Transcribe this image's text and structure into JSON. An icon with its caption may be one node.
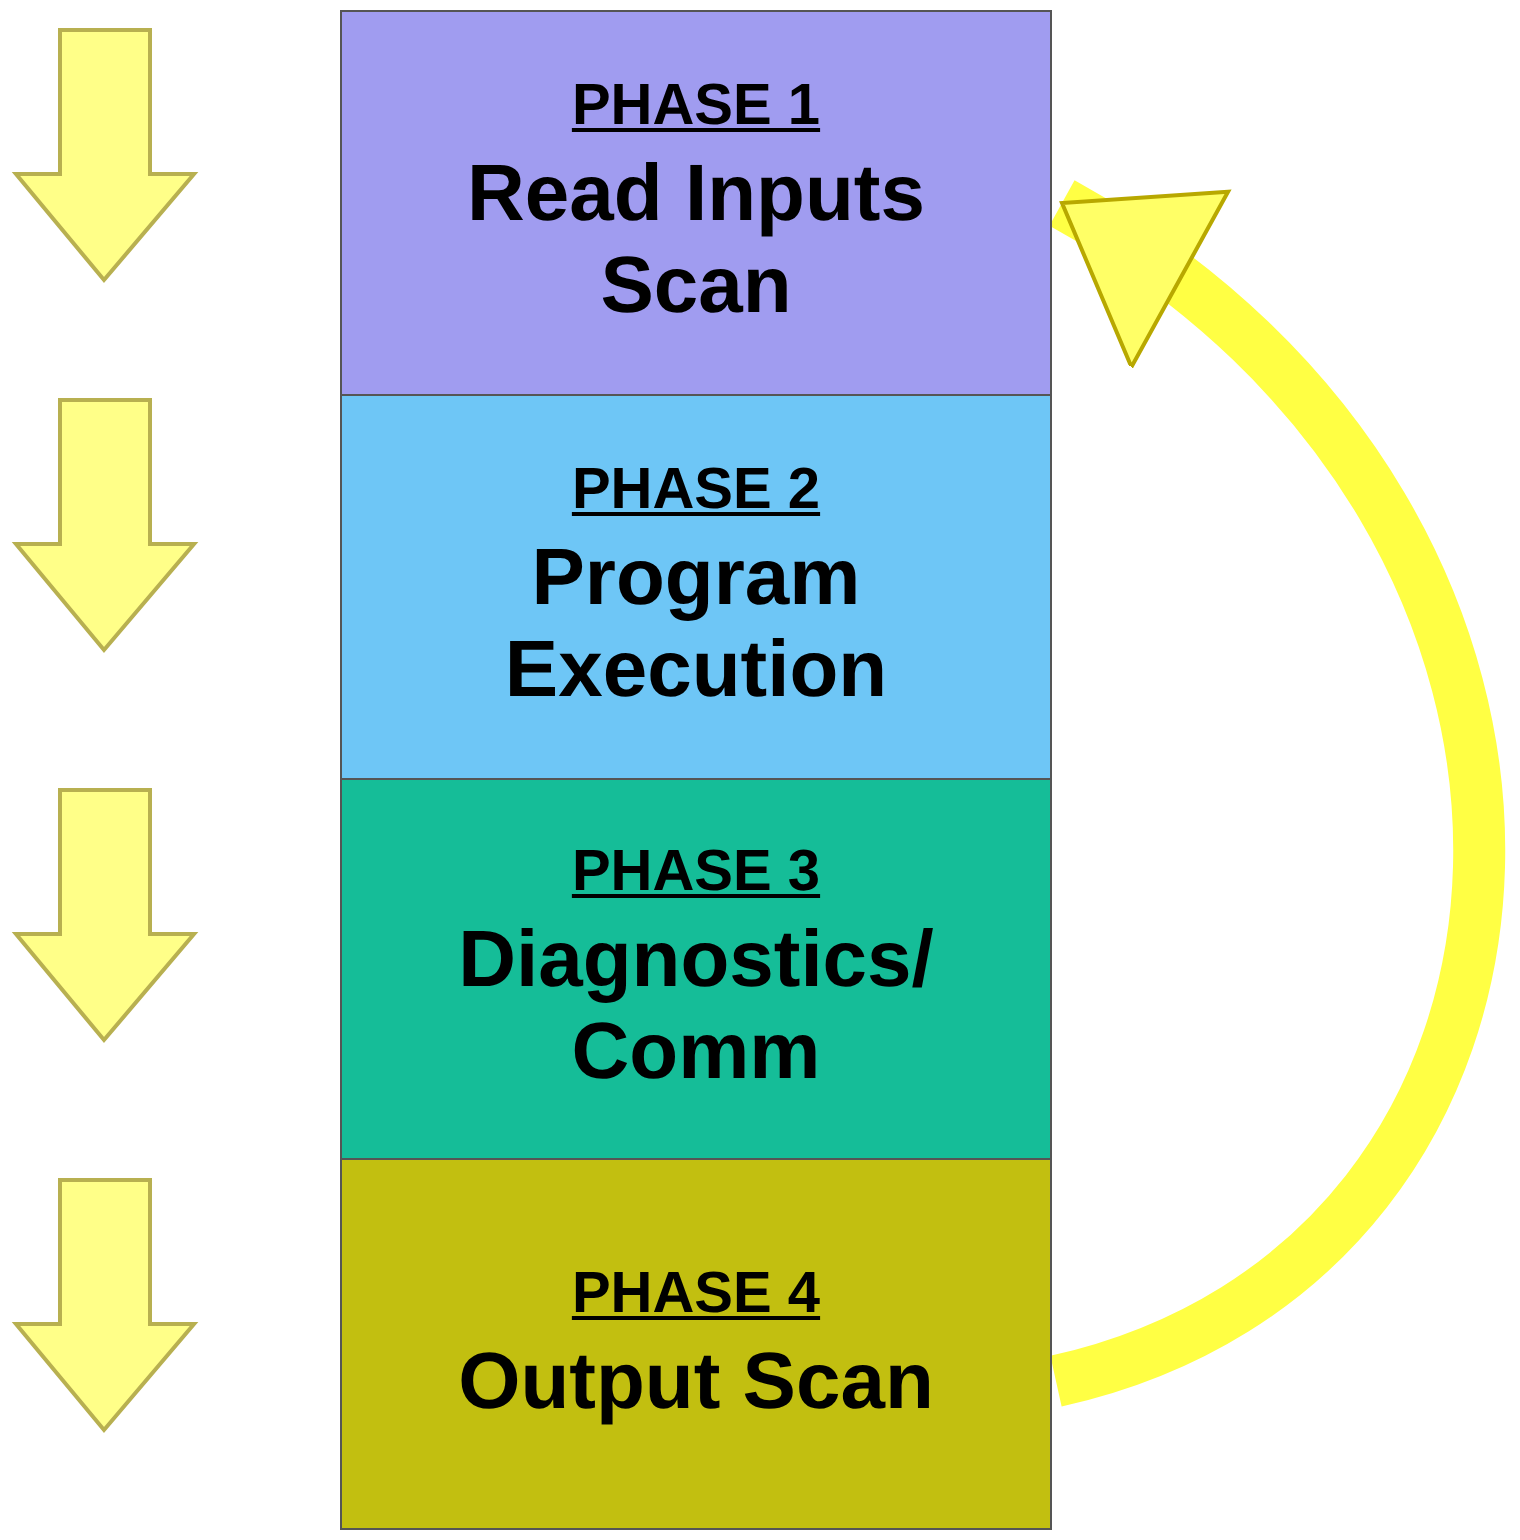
{
  "diagram": {
    "nodes": [
      {
        "text": [
          "PHASE 1",
          "Read Inputs Scan"
        ]
      },
      {
        "text": [
          "PHASE 2",
          "Program Execution"
        ]
      },
      {
        "text": [
          "PHASE 3",
          "Diagnostics/ Comm"
        ]
      },
      {
        "text": [
          "PHASE 4",
          "Output Scan"
        ]
      }
    ],
    "edges": [
      {
        "from": 3,
        "to": 0,
        "arrow": "to"
      }
    ]
  }
}
